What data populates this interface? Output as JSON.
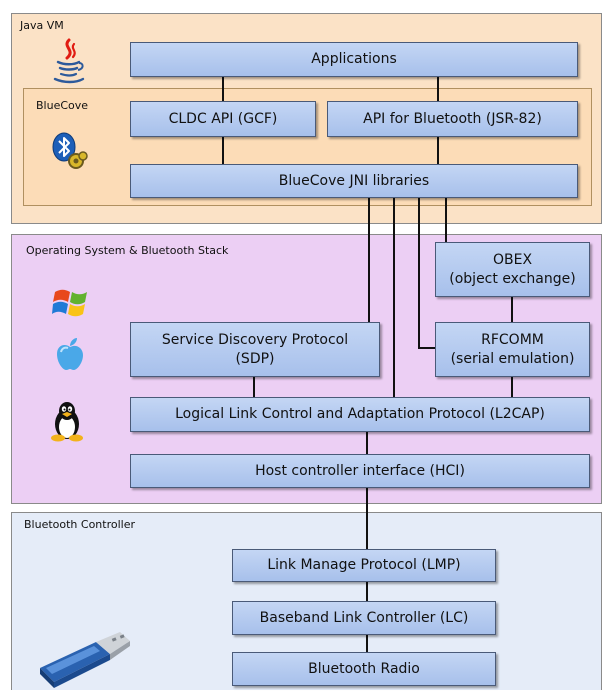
{
  "layers": {
    "jvm": {
      "title": "Java VM",
      "color": "#fbe2c6"
    },
    "bluecove": {
      "title": "BlueCove",
      "color": "#fcdcb7"
    },
    "os": {
      "title": "Operating System & Bluetooth Stack",
      "color": "#eccff4"
    },
    "controller": {
      "title": "Bluetooth Controller",
      "color": "#e5ecf8"
    }
  },
  "boxes": {
    "applications": {
      "label": "Applications"
    },
    "cldc_api": {
      "label": "CLDC API (GCF)"
    },
    "jsr82_api": {
      "label": "API for Bluetooth (JSR-82)"
    },
    "jni_libraries": {
      "label": "BlueCove JNI libraries"
    },
    "obex": {
      "line1": "OBEX",
      "line2": "(object exchange)"
    },
    "sdp": {
      "line1": "Service Discovery Protocol",
      "line2": "(SDP)"
    },
    "rfcomm": {
      "line1": "RFCOMM",
      "line2": "(serial emulation)"
    },
    "l2cap": {
      "label": "Logical Link Control and Adaptation Protocol (L2CAP)"
    },
    "hci": {
      "label": "Host controller interface (HCI)"
    },
    "lmp": {
      "label": "Link Manage Protocol (LMP)"
    },
    "lc": {
      "label": "Baseband Link Controller (LC)"
    },
    "radio": {
      "label": "Bluetooth Radio"
    }
  },
  "icons": [
    "java-icon",
    "bluetooth-icon",
    "windows-icon",
    "apple-icon",
    "linux-icon",
    "usb-dongle-icon"
  ]
}
